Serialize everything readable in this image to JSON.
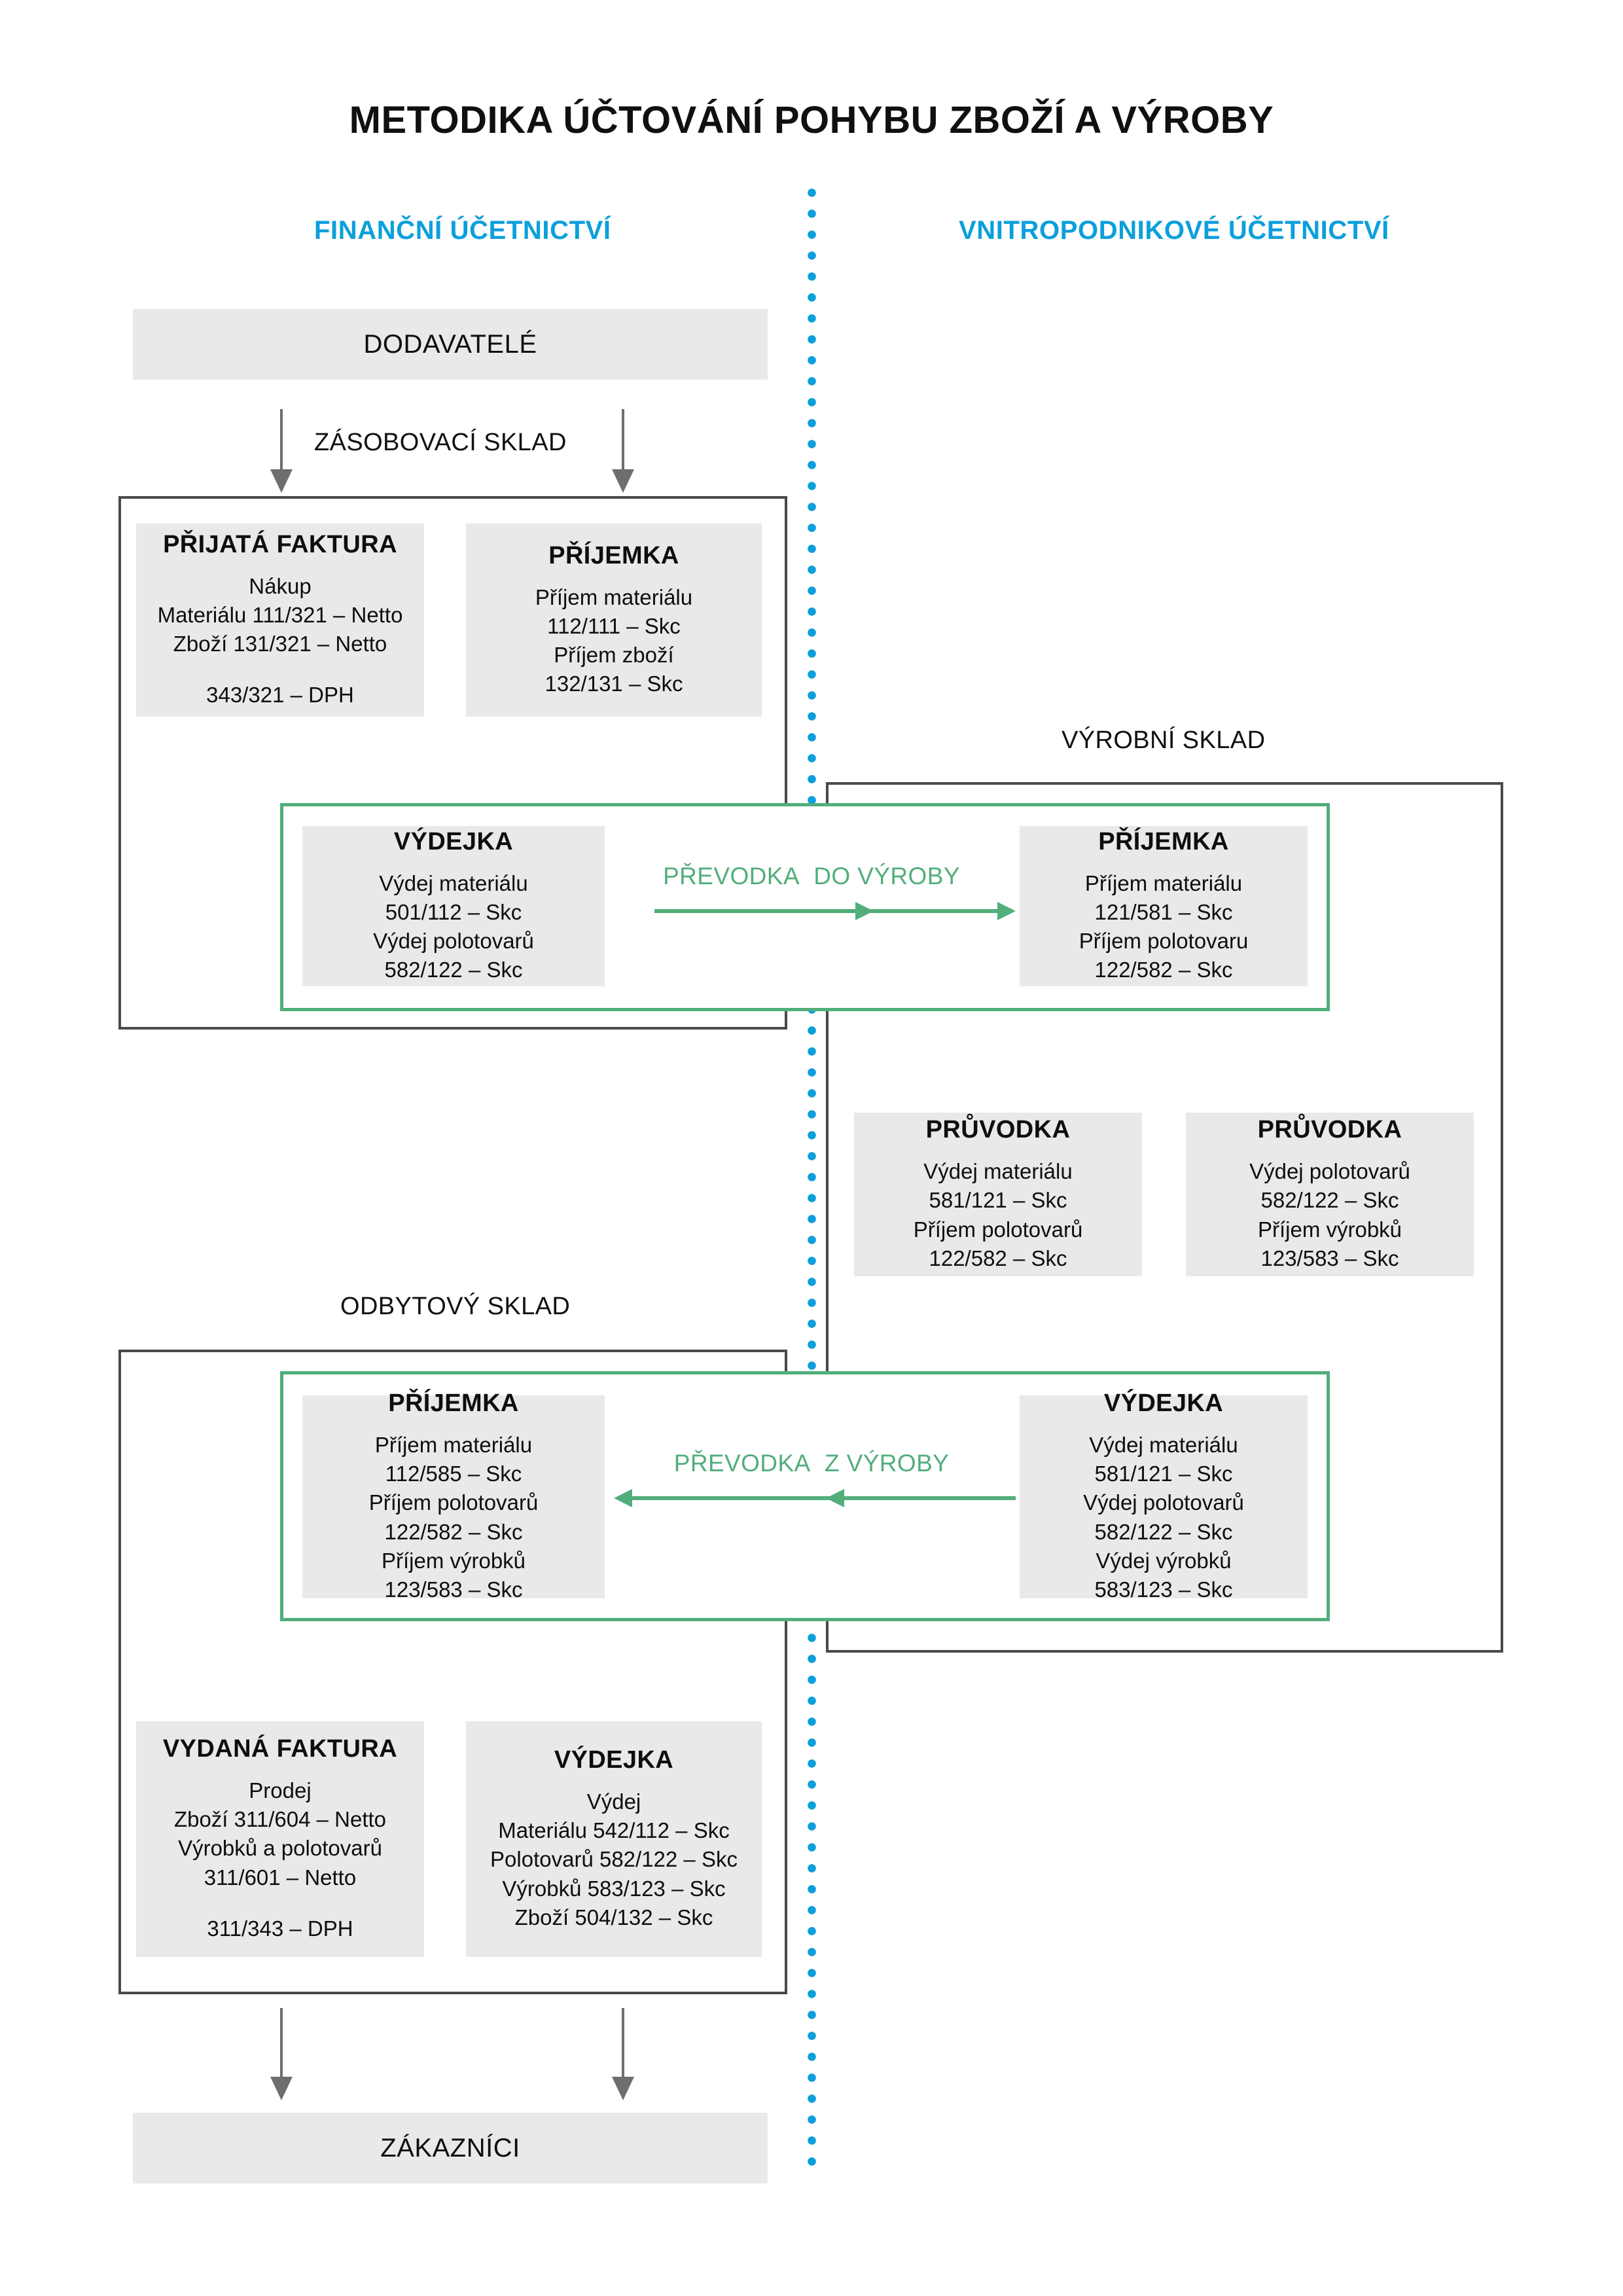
{
  "title": "METODIKA ÚČTOVÁNÍ POHYBU ZBOŽÍ A VÝROBY",
  "columns": {
    "left_heading": "FINANČNÍ ÚČETNICTVÍ",
    "right_heading": "VNITROPODNIKOVÉ ÚČETNICTVÍ"
  },
  "colors": {
    "accent_blue": "#0C9FDC",
    "accent_green": "#52AE7B",
    "card_grey": "#E9E9E9",
    "zone_border": "#4A4A4A",
    "arrow_grey": "#6E6E6E",
    "text": "#0E0E0E"
  },
  "zones": {
    "zasobovaci": "ZÁSOBOVACÍ SKLAD",
    "vyrobni": "VÝROBNÍ SKLAD",
    "odbytovy": "ODBYTOVÝ SKLAD"
  },
  "banners": {
    "suppliers": "DODAVATELÉ",
    "customers": "ZÁKAZNÍCI"
  },
  "flows": {
    "to_production": {
      "label_a": "PŘEVODKA",
      "label_b": "DO VÝROBY"
    },
    "from_production": {
      "label_a": "PŘEVODKA",
      "label_b": "Z VÝROBY"
    }
  },
  "cards": {
    "prijata_faktura": {
      "title": "PŘIJATÁ FAKTURA",
      "lines": [
        "Nákup",
        "Materiálu 111/321 – Netto",
        "Zboží 131/321 – Netto"
      ],
      "lines_after_gap": [
        "343/321 – DPH"
      ]
    },
    "prijemka_zasob": {
      "title": "PŘÍJEMKA",
      "lines": [
        "Příjem materiálu",
        "112/111 – Skc",
        "Příjem zboží",
        "132/131 – Skc"
      ],
      "lines_after_gap": []
    },
    "vydejka_do_vyroby": {
      "title": "VÝDEJKA",
      "lines": [
        "Výdej materiálu",
        "501/112 – Skc",
        "Výdej polotovarů",
        "582/122 – Skc"
      ],
      "lines_after_gap": []
    },
    "prijemka_do_vyroby": {
      "title": "PŘÍJEMKA",
      "lines": [
        "Příjem materiálu",
        "121/581 – Skc",
        "Příjem polotovaru",
        "122/582 – Skc"
      ],
      "lines_after_gap": []
    },
    "pruvodka_material": {
      "title": "PRŮVODKA",
      "lines": [
        "Výdej materiálu",
        "581/121 – Skc",
        "Příjem polotovarů",
        "122/582 – Skc"
      ],
      "lines_after_gap": []
    },
    "pruvodka_polotovary": {
      "title": "PRŮVODKA",
      "lines": [
        "Výdej polotovarů",
        "582/122 – Skc",
        "Příjem výrobků",
        "123/583 – Skc"
      ],
      "lines_after_gap": []
    },
    "prijemka_z_vyroby": {
      "title": "PŘÍJEMKA",
      "lines": [
        "Příjem materiálu",
        "112/585 – Skc",
        "Příjem polotovarů",
        "122/582 – Skc",
        "Příjem výrobků",
        "123/583 – Skc"
      ],
      "lines_after_gap": []
    },
    "vydejka_z_vyroby": {
      "title": "VÝDEJKA",
      "lines": [
        "Výdej materiálu",
        "581/121 – Skc",
        "Výdej polotovarů",
        "582/122 – Skc",
        "Výdej výrobků",
        "583/123 – Skc"
      ],
      "lines_after_gap": []
    },
    "vydana_faktura": {
      "title": "VYDANÁ FAKTURA",
      "lines": [
        "Prodej",
        "Zboží 311/604 – Netto",
        "Výrobků a polotovarů",
        "311/601 – Netto"
      ],
      "lines_after_gap": [
        "311/343 – DPH"
      ]
    },
    "vydejka_odbyt": {
      "title": "VÝDEJKA",
      "lines": [
        "Výdej",
        "Materiálu 542/112 – Skc",
        "Polotovarů 582/122 – Skc",
        "Výrobků 583/123 – Skc",
        "Zboží 504/132 – Skc"
      ],
      "lines_after_gap": []
    }
  }
}
